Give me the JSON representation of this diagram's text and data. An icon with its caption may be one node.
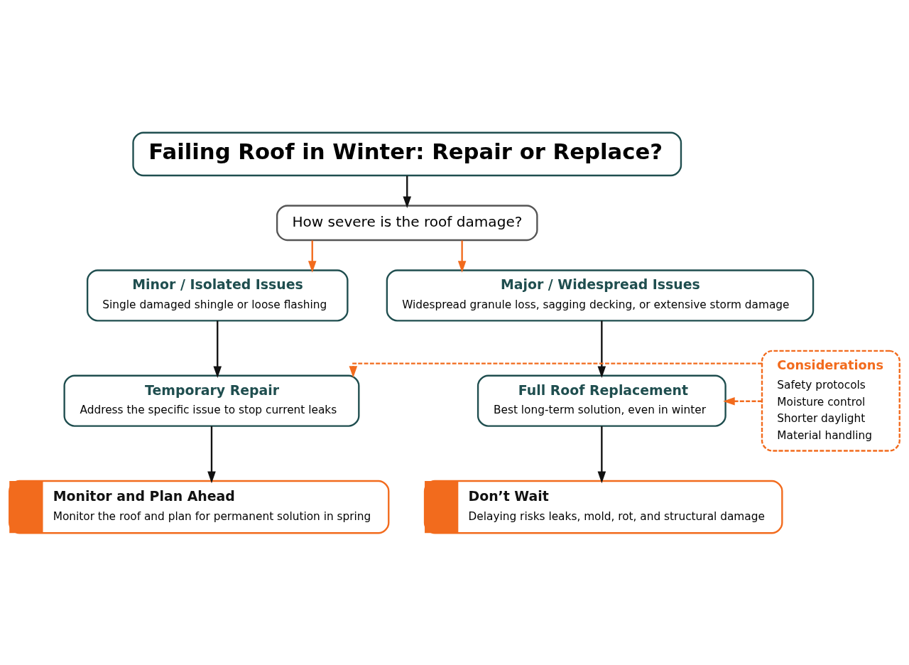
{
  "diagram": {
    "nodes": [
      {
        "text": [
          "Failing Roof in Winter: Repair or Replace?"
        ]
      },
      {
        "text": [
          "How severe is the roof damage?"
        ]
      },
      {
        "text": [
          "Minor / Isolated Issues",
          "Single damaged shingle or loose flashing"
        ]
      },
      {
        "text": [
          "Major / Widespread Issues",
          "Widespread granule loss, sagging decking, or extensive storm damage"
        ]
      },
      {
        "text": [
          "Temporary Repair",
          "Address the specific issue to stop current leaks"
        ]
      },
      {
        "text": [
          "Considerations",
          "Safety protocols",
          "Moisture control",
          "Shorter daylight",
          "Material handling"
        ]
      },
      {
        "text": [
          "Full Roof Replacement",
          "Best long-term solution, even in winter"
        ]
      },
      {
        "text": [
          "Monitor and Plan Ahead",
          "Monitor the roof and plan for permanent solution in spring"
        ]
      },
      {
        "text": [
          "Don’t Wait",
          "Delaying risks leaks, mold, rot, and structural damage"
        ]
      }
    ],
    "edges": [
      {
        "from": 0,
        "to": 1,
        "arrow": "to"
      },
      {
        "from": 1,
        "to": 2,
        "arrow": "to",
        "color": "#f26b1d"
      },
      {
        "from": 1,
        "to": 3,
        "arrow": "to",
        "color": "#f26b1d"
      },
      {
        "from": 2,
        "to": 4,
        "arrow": "to"
      },
      {
        "from": 5,
        "to": 4,
        "arrow": "to",
        "style": "dashed",
        "color": "#f26b1d"
      },
      {
        "from": 5,
        "to": 6,
        "arrow": "to",
        "style": "dashed",
        "color": "#f26b1d"
      },
      {
        "from": 3,
        "to": 6,
        "arrow": "to"
      },
      {
        "from": 4,
        "to": 7,
        "arrow": "to"
      },
      {
        "from": 6,
        "to": 8,
        "arrow": "to"
      }
    ]
  }
}
